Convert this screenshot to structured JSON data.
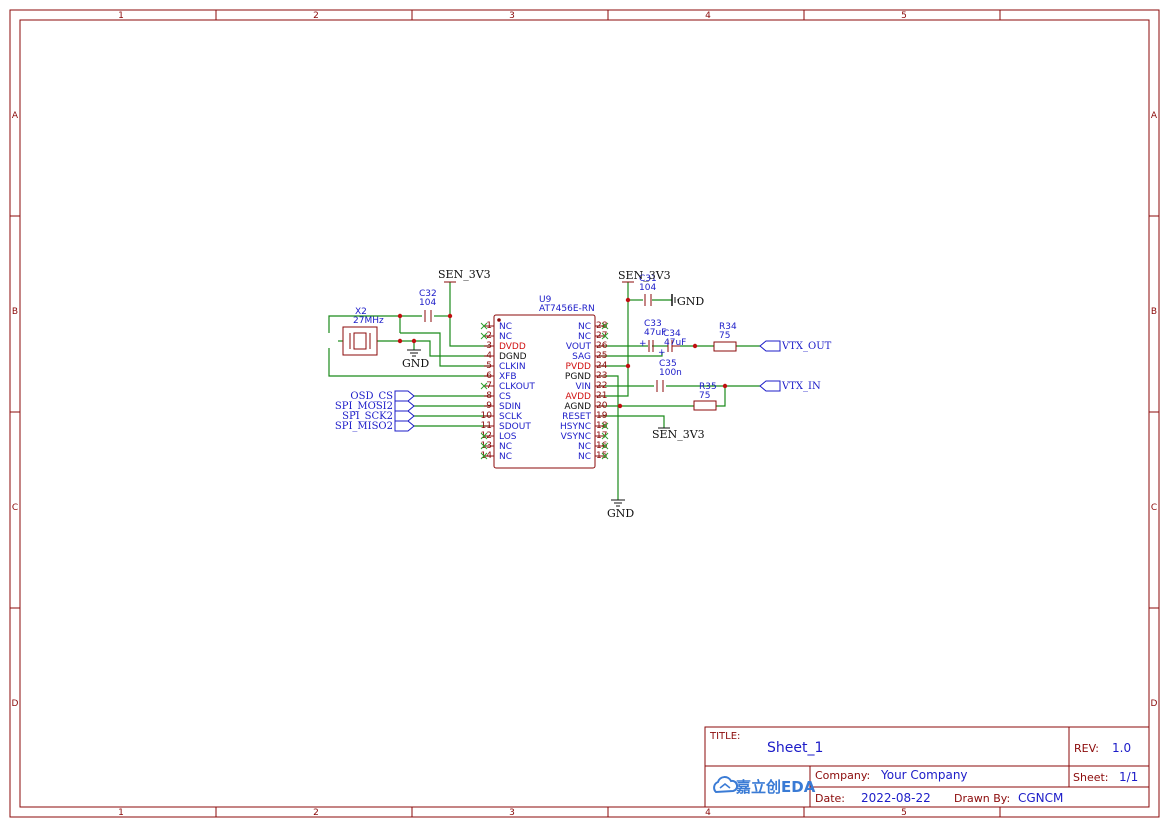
{
  "frame": {
    "columns": [
      "1",
      "2",
      "3",
      "4",
      "5"
    ],
    "rows": [
      "A",
      "B",
      "C",
      "D"
    ]
  },
  "ic": {
    "ref": "U9",
    "value": "AT7456E-RN",
    "left_pins": [
      {
        "num": "1",
        "name": "NC",
        "color": "blue"
      },
      {
        "num": "2",
        "name": "NC",
        "color": "blue"
      },
      {
        "num": "3",
        "name": "DVDD",
        "color": "red"
      },
      {
        "num": "4",
        "name": "DGND",
        "color": "black"
      },
      {
        "num": "5",
        "name": "CLKIN",
        "color": "blue"
      },
      {
        "num": "6",
        "name": "XFB",
        "color": "blue"
      },
      {
        "num": "7",
        "name": "CLKOUT",
        "color": "blue"
      },
      {
        "num": "8",
        "name": "CS",
        "color": "blue"
      },
      {
        "num": "9",
        "name": "SDIN",
        "color": "blue"
      },
      {
        "num": "10",
        "name": "SCLK",
        "color": "blue"
      },
      {
        "num": "11",
        "name": "SDOUT",
        "color": "blue"
      },
      {
        "num": "12",
        "name": "LOS",
        "color": "blue"
      },
      {
        "num": "13",
        "name": "NC",
        "color": "blue"
      },
      {
        "num": "14",
        "name": "NC",
        "color": "blue"
      }
    ],
    "right_pins": [
      {
        "num": "28",
        "name": "NC",
        "color": "blue"
      },
      {
        "num": "27",
        "name": "NC",
        "color": "blue"
      },
      {
        "num": "26",
        "name": "VOUT",
        "color": "blue"
      },
      {
        "num": "25",
        "name": "SAG",
        "color": "blue"
      },
      {
        "num": "24",
        "name": "PVDD",
        "color": "red"
      },
      {
        "num": "23",
        "name": "PGND",
        "color": "black"
      },
      {
        "num": "22",
        "name": "VIN",
        "color": "blue"
      },
      {
        "num": "21",
        "name": "AVDD",
        "color": "red"
      },
      {
        "num": "20",
        "name": "AGND",
        "color": "black"
      },
      {
        "num": "19",
        "name": "RESET",
        "color": "blue"
      },
      {
        "num": "18",
        "name": "HSYNC",
        "color": "blue"
      },
      {
        "num": "17",
        "name": "VSYNC",
        "color": "blue"
      },
      {
        "num": "16",
        "name": "NC",
        "color": "blue"
      },
      {
        "num": "15",
        "name": "NC",
        "color": "blue"
      }
    ]
  },
  "parts": {
    "x2": {
      "ref": "X2",
      "value": "27MHz"
    },
    "c32": {
      "ref": "C32",
      "value": "104"
    },
    "c31": {
      "ref": "C31",
      "value": "104"
    },
    "c33": {
      "ref": "C33",
      "value": "47uF"
    },
    "c34": {
      "ref": "C34",
      "value": "47uF"
    },
    "c35": {
      "ref": "C35",
      "value": "100n"
    },
    "r34": {
      "ref": "R34",
      "value": "75"
    },
    "r35": {
      "ref": "R35",
      "value": "75"
    }
  },
  "nets": {
    "sen3v3": "SEN_3V3",
    "gnd": "GND",
    "vtx_out": "VTX_OUT",
    "vtx_in": "VTX_IN",
    "osd_cs": "OSD_CS",
    "spi_mosi": "SPI_MOSI2",
    "spi_sck": "SPI_SCK2",
    "spi_miso": "SPI_MISO2"
  },
  "title_block": {
    "title_label": "TITLE:",
    "title": "Sheet_1",
    "rev_label": "REV:",
    "rev": "1.0",
    "company_label": "Company:",
    "company": "Your Company",
    "sheet_label": "Sheet:",
    "sheet": "1/1",
    "date_label": "Date:",
    "date": "2022-08-22",
    "drawn_label": "Drawn By:",
    "drawn": "CGNCM",
    "logo_text": "嘉立创EDA"
  }
}
